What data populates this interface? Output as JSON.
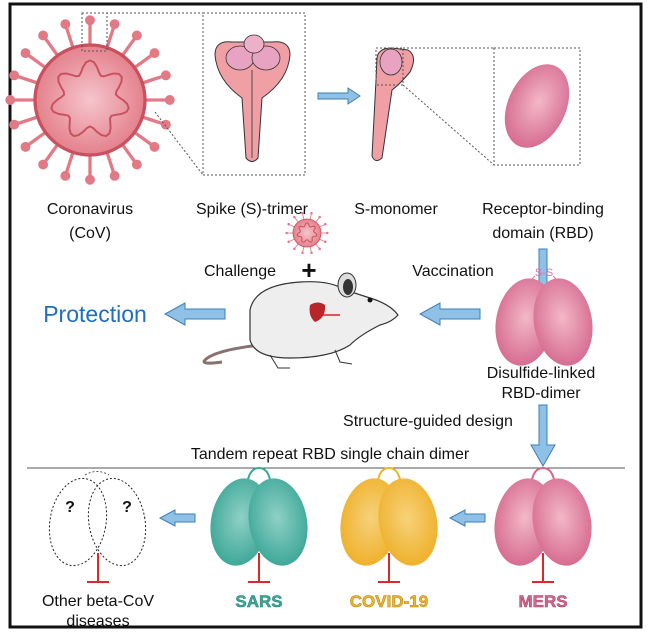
{
  "top_row": {
    "coronavirus": [
      "Coronavirus",
      "(CoV)"
    ],
    "spike_trimer": "Spike (S)-trimer",
    "s_monomer": "S-monomer",
    "rbd": [
      "Receptor-binding",
      "domain (RBD)"
    ]
  },
  "middle": {
    "challenge": "Challenge",
    "plus": "+",
    "vaccination": "Vaccination",
    "protection": "Protection",
    "disulfide_bond": "S-S",
    "dimer_label": [
      "Disulfide-linked",
      "RBD-dimer"
    ],
    "design": "Structure-guided design",
    "tandem": "Tandem repeat RBD single chain dimer"
  },
  "bottom": {
    "unknown_mark": "?",
    "other": [
      "Other beta-CoV",
      "diseases"
    ],
    "sars": "SARS",
    "covid": "COVID-19",
    "mers": "MERS"
  },
  "colors": {
    "mers": "#d4668c",
    "covid": "#f0b428",
    "sars": "#3aa898",
    "protection": "#1f6fc0",
    "arrow": "#8fc0e6",
    "inhibit": "#e0262b"
  }
}
